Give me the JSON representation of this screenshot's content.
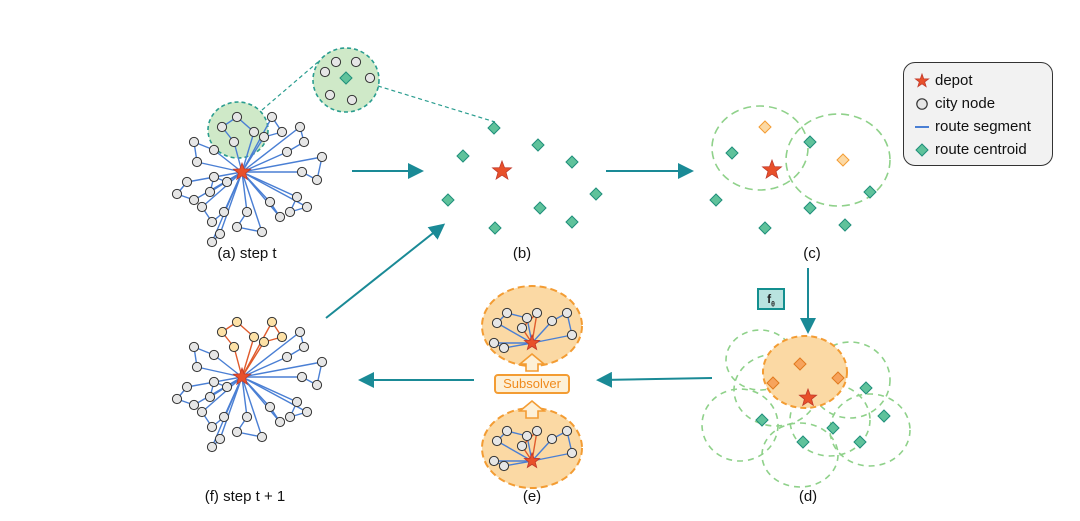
{
  "captions": {
    "a": "(a) step t",
    "b": "(b)",
    "c": "(c)",
    "d": "(d)",
    "e": "(e)",
    "f": "(f) step t + 1"
  },
  "legend": {
    "items": [
      {
        "icon": "star-icon",
        "label": "depot",
        "color": "#e8502a"
      },
      {
        "icon": "circle-icon",
        "label": "city node",
        "color": "#e6e6e6"
      },
      {
        "icon": "line-icon",
        "label": "route segment",
        "color": "#4a7fd4"
      },
      {
        "icon": "diamond-icon",
        "label": "route centroid",
        "color": "#5fc29b"
      }
    ]
  },
  "subsolver": {
    "label": "Subsolver"
  },
  "policy": {
    "label": "f",
    "subscript": "θ"
  },
  "colors": {
    "depot": "#e8502a",
    "node": "#e6e6e6",
    "route": "#4a7fd4",
    "selected_route": "#e05a2b",
    "centroid": "#5fc29b",
    "selected_centroid": "#f7a35c",
    "arrow": "#1a8a96",
    "cluster_green": "#cfe9c8",
    "cluster_orange": "#fbd9a4"
  }
}
